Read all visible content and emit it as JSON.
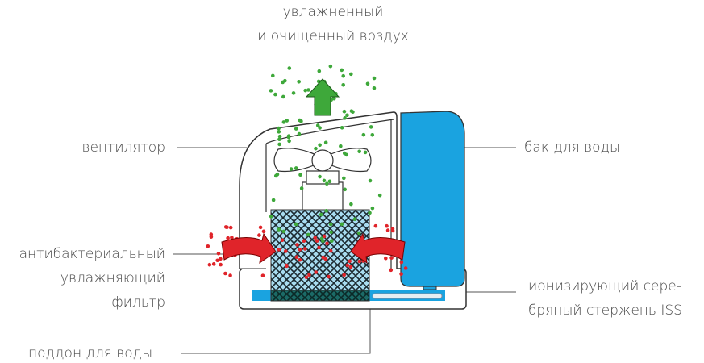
{
  "title": {
    "line1": "увлажненный",
    "line2": "и очищенный воздух"
  },
  "labels": {
    "fan": "вентилятор",
    "tank": "бак для воды",
    "filter": [
      "антибактериальный",
      "увлажняющий",
      "фильтр"
    ],
    "ionizer": [
      "ионизирующий сере-",
      "бряный стержень ISS"
    ],
    "tray": "поддон для воды"
  },
  "colors": {
    "clean_air": "#3ea83a",
    "dirty_air": "#e0242a",
    "water": "#1aa3e0",
    "filter": "#a8dcf0"
  }
}
